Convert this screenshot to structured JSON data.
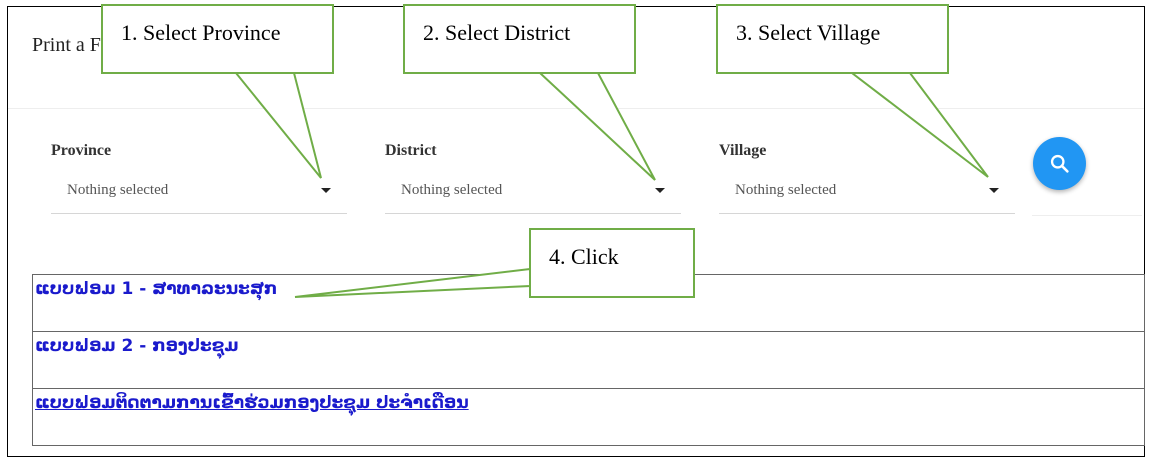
{
  "page": {
    "title": "Print a Form"
  },
  "filters": {
    "province": {
      "label": "Province",
      "value": "Nothing selected"
    },
    "district": {
      "label": "District",
      "value": "Nothing selected"
    },
    "village": {
      "label": "Village",
      "value": "Nothing selected"
    }
  },
  "forms": [
    {
      "label": "ແບບຟອມ 1 - ສາທາລະນະສຸກ"
    },
    {
      "label": "ແບບຟອມ 2 - ກອງປະຊຸມ"
    },
    {
      "label": "ແບບຟອມຕິດຕາມການເຂົ້າຮ່ວມກອງປະຊຸມ ປະຈຳເດືອນ"
    }
  ],
  "callouts": {
    "step1": "1. Select Province",
    "step2": "2. Select District",
    "step3": "3. Select Village",
    "step4": "4. Click"
  },
  "colors": {
    "accent": "#2196f3",
    "link": "#1a1acc",
    "callout_border": "#70ad47"
  },
  "icons": {
    "search": "search-icon",
    "dropdown": "caret-down-icon"
  }
}
